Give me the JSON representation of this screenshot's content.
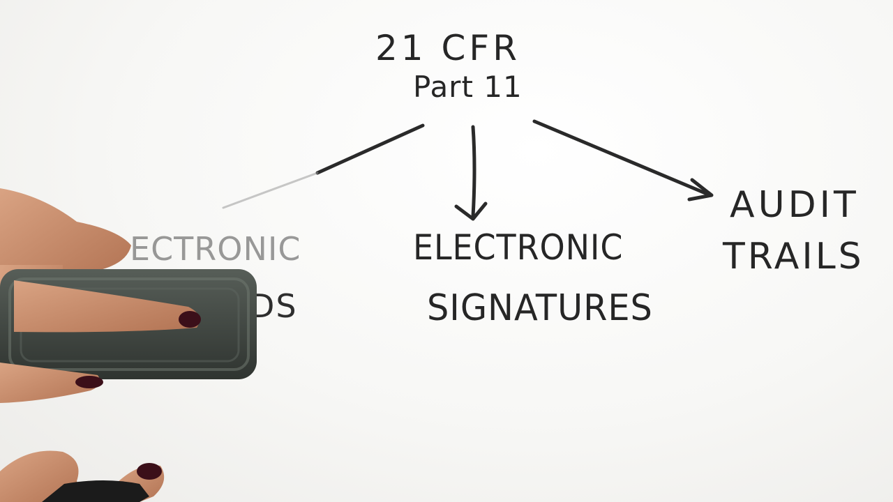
{
  "whiteboard": {
    "title_line1": "21 CFR",
    "title_line2": "Part 11",
    "branches": [
      {
        "line1": "ELECTRONIC",
        "line2": "SIGNATURES"
      },
      {
        "line1": "AUDIT",
        "line2": "TRAILS"
      },
      {
        "line1": "ECTRONIC",
        "line2": "DS"
      }
    ]
  },
  "colors": {
    "ink": "#262626",
    "board": "#f6f6f4",
    "eraser": "#3f4540",
    "skin": "#c98f6f",
    "nail_polish": "#3b0f19"
  }
}
